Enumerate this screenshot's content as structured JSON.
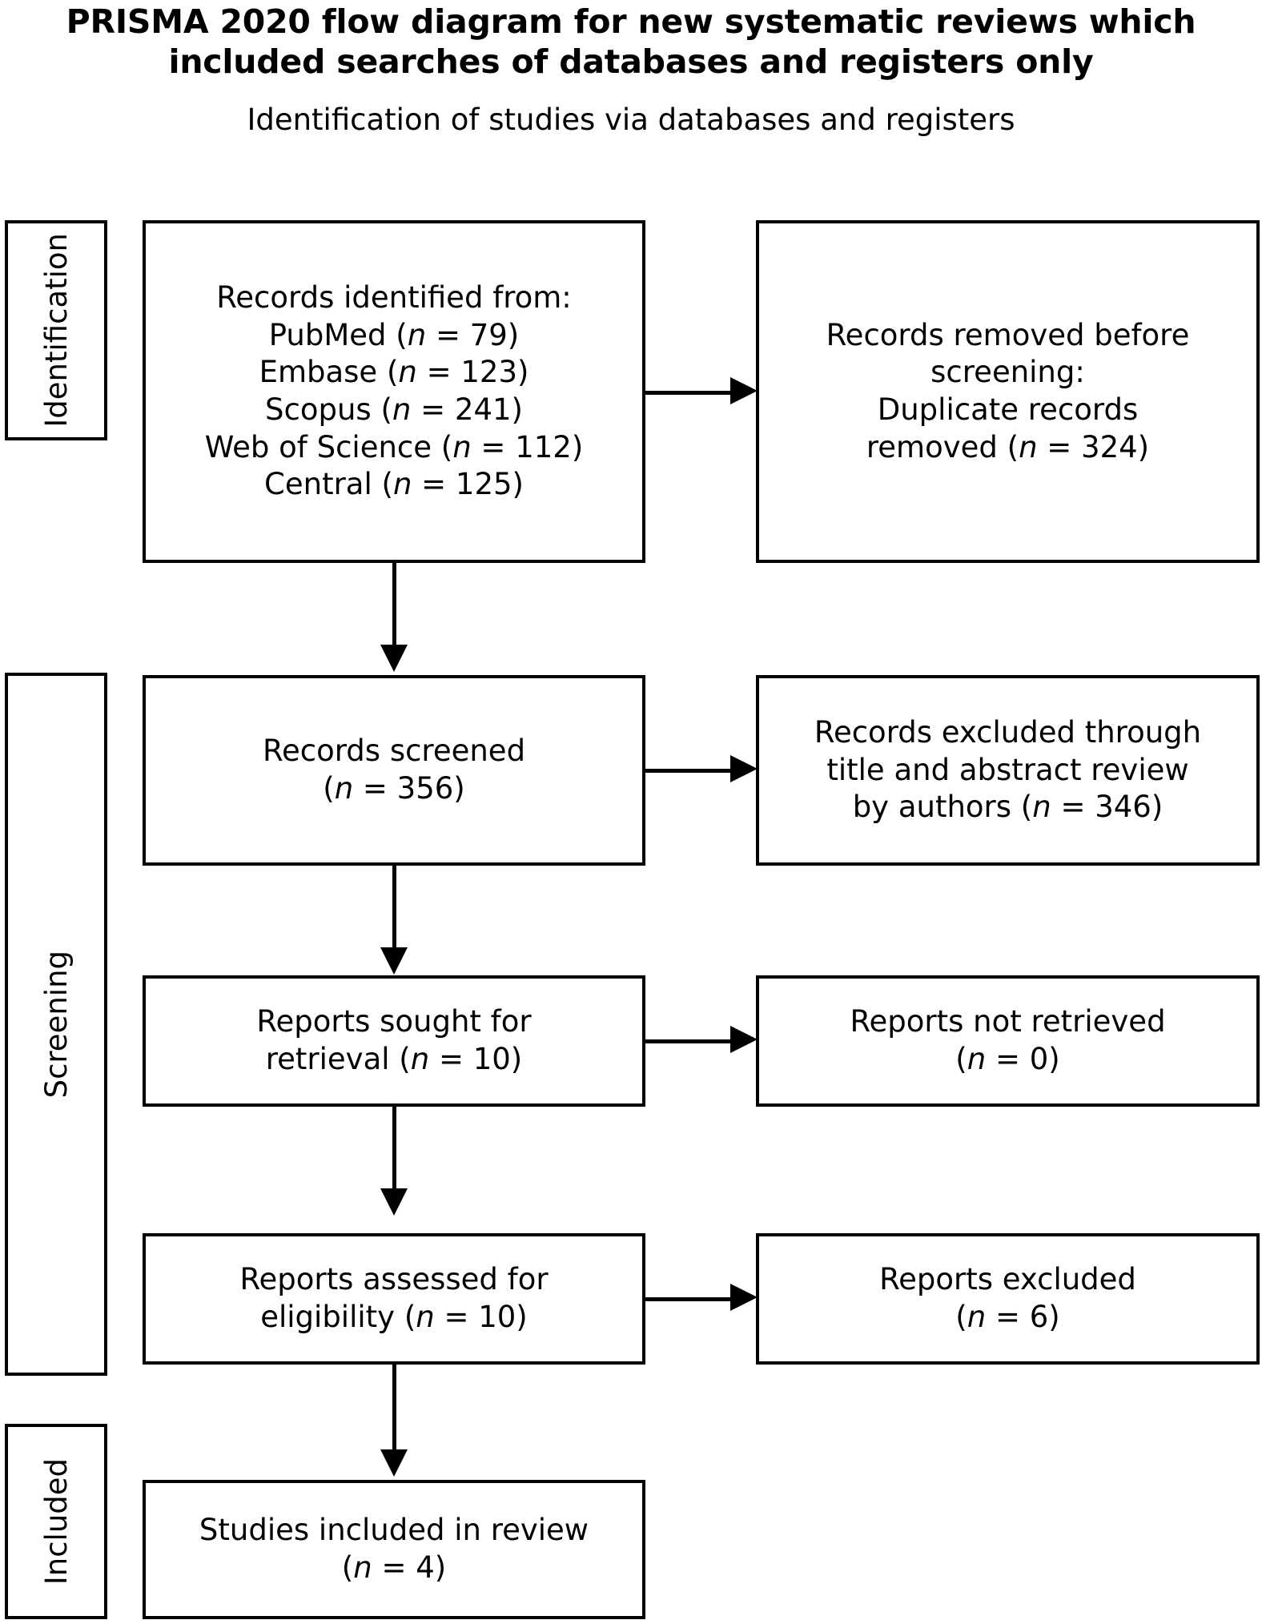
{
  "diagram": {
    "title": "PRISMA 2020 flow diagram for new systematic reviews which included searches of databases and registers only",
    "subtitle": "Identification of studies via databases and registers",
    "stage_labels": {
      "identification": "Identification",
      "screening": "Screening",
      "included": "Included"
    },
    "boxes": {
      "records_identified": {
        "name": "records-identified",
        "lines": [
          "Records identified from:",
          "PubMed (n = 79)",
          "Embase (n = 123)",
          "Scopus (n = 241)",
          "Web of Science (n = 112)",
          "Central (n = 125)"
        ]
      },
      "records_removed": {
        "name": "records-removed-before-screening",
        "lines": [
          "Records removed before",
          "screening:",
          "Duplicate records",
          "removed (n = 324)"
        ]
      },
      "records_screened": {
        "name": "records-screened",
        "lines": [
          "Records screened",
          "(n = 356)"
        ]
      },
      "records_excluded": {
        "name": "records-excluded",
        "lines": [
          "Records excluded through",
          "title and abstract review",
          "by authors (n = 346)"
        ]
      },
      "reports_sought": {
        "name": "reports-sought-for-retrieval",
        "lines": [
          "Reports sought for",
          "retrieval (n = 10)"
        ]
      },
      "reports_not_retrieved": {
        "name": "reports-not-retrieved",
        "lines": [
          "Reports not retrieved",
          "(n = 0)"
        ]
      },
      "reports_assessed": {
        "name": "reports-assessed-for-eligibility",
        "lines": [
          "Reports assessed for",
          "eligibility (n = 10)"
        ]
      },
      "reports_excluded": {
        "name": "reports-excluded",
        "lines": [
          "Reports excluded",
          "(n = 6)"
        ]
      },
      "studies_included": {
        "name": "studies-included-in-review",
        "lines": [
          "Studies included in review",
          "(n = 4)"
        ]
      }
    },
    "counts": {
      "pubmed": 79,
      "embase": 123,
      "scopus": 241,
      "web_of_science": 112,
      "central": 125,
      "duplicates_removed": 324,
      "records_screened": 356,
      "records_excluded": 346,
      "reports_sought": 10,
      "reports_not_retrieved": 0,
      "reports_assessed": 10,
      "reports_excluded": 6,
      "studies_included": 4
    },
    "colors": {
      "stroke": "#000000",
      "background": "#ffffff",
      "text": "#000000"
    }
  }
}
